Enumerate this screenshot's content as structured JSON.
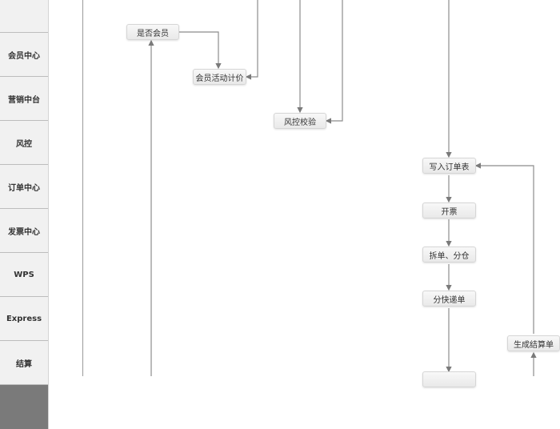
{
  "sidebar": {
    "lanes": [
      {
        "label": ""
      },
      {
        "label": "会员中心"
      },
      {
        "label": "营销中台"
      },
      {
        "label": "风控"
      },
      {
        "label": "订单中心"
      },
      {
        "label": "发票中心"
      },
      {
        "label": "WPS"
      },
      {
        "label": "Express"
      },
      {
        "label": "结算"
      },
      {
        "label": ""
      }
    ]
  },
  "nodes": {
    "is_member": "是否会员",
    "member_pricing": "会员活动计价",
    "risk_check": "风控校验",
    "write_order": "写入订单表",
    "invoice": "开票",
    "split_order": "拆单、分仓",
    "split_express": "分快递单",
    "gen_settlement": "生成结算单",
    "bottom_partial": ""
  },
  "colors": {
    "line": "#8c8c8c",
    "node_bg": "#eeeeee",
    "lane_bg": "#f1f1f1",
    "lane_dark": "#7a7a7a"
  }
}
